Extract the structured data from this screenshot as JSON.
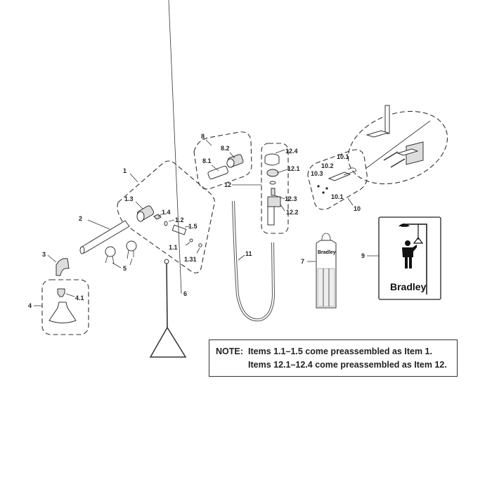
{
  "callouts": {
    "c1": "1",
    "c1_1": "1.1",
    "c1_2": "1.2",
    "c1_3": "1.3",
    "c1_4": "1.4",
    "c1_5": "1.5",
    "c1_31": "1.31",
    "c2": "2",
    "c3": "3",
    "c4": "4",
    "c4_1": "4.1",
    "c5": "5",
    "c6": "6",
    "c7": "7",
    "c8": "8",
    "c8_1": "8.1",
    "c8_2": "8.2",
    "c9": "9",
    "c10": "10",
    "c10_1a": "10.1",
    "c10_1b": "10.1",
    "c10_2": "10.2",
    "c10_3": "10.3",
    "c11": "11",
    "c12": "12",
    "c12_1": "12.1",
    "c12_2": "12.2",
    "c12_3": "12.3",
    "c12_4": "12.4"
  },
  "note": {
    "prefix": "NOTE:",
    "line1": "Items 1.1–1.5 come preassembled as Item 1.",
    "line2": "Items 12.1–12.4 come preassembled as Item 12."
  },
  "logos": {
    "tag": "Bradley",
    "sign": "Bradley"
  }
}
